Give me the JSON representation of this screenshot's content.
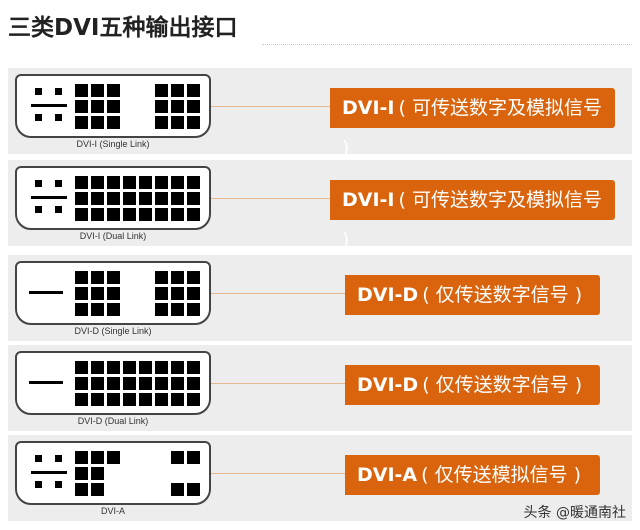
{
  "title": "三类DVI五种输出接口",
  "connectors": [
    {
      "caption": "DVI-I (Single Link)",
      "name": "DVI-I",
      "desc": "( 可传送数字及模拟信号 )",
      "analog": true,
      "cols": [
        3,
        0,
        3
      ],
      "type": "single"
    },
    {
      "caption": "DVI-I (Dual Link)",
      "name": "DVI-I",
      "desc": "( 可传送数字及模拟信号 )",
      "analog": true,
      "cols": [
        8
      ],
      "type": "dual"
    },
    {
      "caption": "DVI-D (Single Link)",
      "name": "DVI-D",
      "desc": "( 仅传送数字信号 )",
      "analog": false,
      "cols": [
        3,
        0,
        3
      ],
      "type": "single"
    },
    {
      "caption": "DVI-D (Dual Link)",
      "name": "DVI-D",
      "desc": "( 仅传送数字信号 )",
      "analog": false,
      "cols": [
        8
      ],
      "type": "dual"
    },
    {
      "caption": "DVI-A",
      "name": "DVI-A",
      "desc": "( 仅传送模拟信号 )",
      "analog": true,
      "type": "a"
    }
  ],
  "watermark": "头条 @暖通南社",
  "colors": {
    "accent": "#d9640d",
    "panel": "#ededed"
  }
}
